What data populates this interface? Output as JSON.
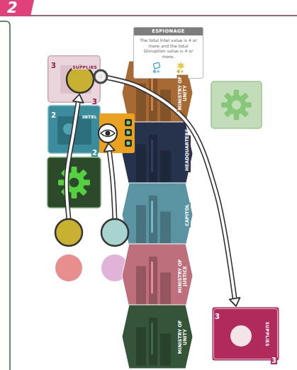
{
  "diagram": {
    "nodes": [
      {
        "text": [
          "ESPIONAGE",
          "The total Intel value is 4 or more and the total Disruption value is 4 or more.",
          "4+",
          "4+"
        ]
      },
      {
        "text": [
          "3",
          "SUPPLIES",
          "3"
        ]
      },
      {
        "text": [
          "2",
          "INTEL",
          "2"
        ]
      },
      {
        "text": [
          "MINISTRY OF UNITY"
        ]
      },
      {
        "text": [
          "HEADQUARTERS"
        ]
      },
      {
        "text": [
          "CAPITOL"
        ]
      },
      {
        "text": [
          "MINISTRY OF JUSTICE"
        ]
      },
      {
        "text": [
          "MINISTRY OF UNITY"
        ]
      },
      {
        "text": [
          "3",
          "SUPPLIES",
          "3"
        ]
      }
    ],
    "edges": [
      {
        "from": 1,
        "to": 8,
        "arrow": "to"
      }
    ],
    "labels": [
      "2"
    ]
  }
}
